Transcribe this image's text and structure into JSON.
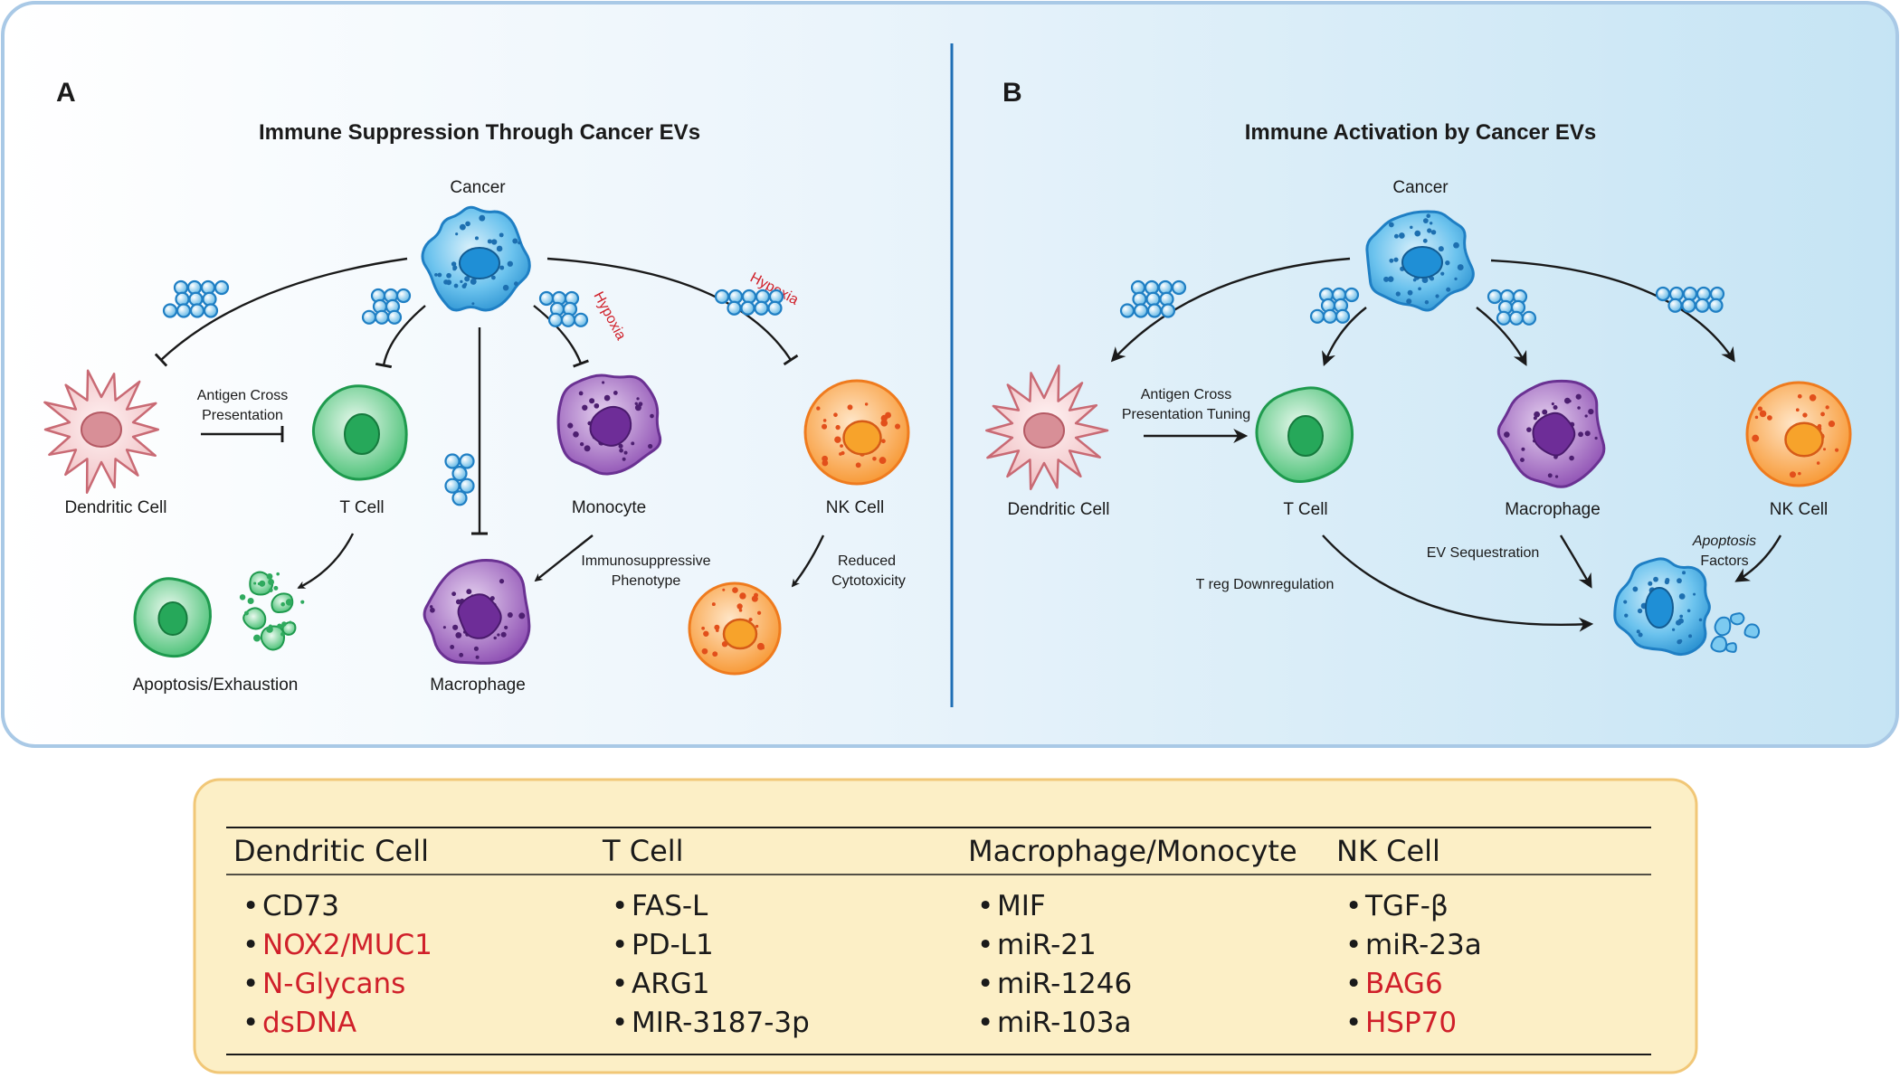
{
  "panel_a": {
    "letter": "A",
    "title": "Immune Suppression Through Cancer EVs",
    "cancer": "Cancer",
    "dendritic": "Dendritic Cell",
    "tcell": "T Cell",
    "monocyte": "Monocyte",
    "nk": "NK Cell",
    "macrophage": "Macrophage",
    "apoptosis": "Apoptosis/Exhaustion",
    "antigen_line1": "Antigen Cross",
    "antigen_line2": "Presentation",
    "hypoxia1": "Hypoxia",
    "hypoxia2": "Hypoxia",
    "immuno_line1": "Immunosuppressive",
    "immuno_line2": "Phenotype",
    "reduced_line1": "Reduced",
    "reduced_line2": "Cytotoxicity"
  },
  "panel_b": {
    "letter": "B",
    "title": "Immune Activation by Cancer EVs",
    "cancer": "Cancer",
    "dendritic": "Dendritic Cell",
    "tcell": "T Cell",
    "macrophage": "Macrophage",
    "nk": "NK Cell",
    "antigen_line1": "Antigen Cross",
    "antigen_line2": "Presentation Tuning",
    "treg": "T reg Downregulation",
    "ev_seq": "EV Sequestration",
    "apop_line1": "Apoptosis",
    "apop_line2": "Factors"
  },
  "table": {
    "headers": [
      "Dendritic Cell",
      "T Cell",
      "Macrophage/Monocyte",
      "NK Cell"
    ],
    "columns": [
      [
        {
          "text": "CD73",
          "red": false
        },
        {
          "text": "NOX2/MUC1",
          "red": true
        },
        {
          "text": "N-Glycans",
          "red": true
        },
        {
          "text": "dsDNA",
          "red": true
        }
      ],
      [
        {
          "text": "FAS-L",
          "red": false
        },
        {
          "text": "PD-L1",
          "red": false
        },
        {
          "text": "ARG1",
          "red": false
        },
        {
          "text": "MIR-3187-3p",
          "red": false
        }
      ],
      [
        {
          "text": "MIF",
          "red": false
        },
        {
          "text": "miR-21",
          "red": false
        },
        {
          "text": "miR-1246",
          "red": false
        },
        {
          "text": "miR-103a",
          "red": false
        }
      ],
      [
        {
          "text": "TGF-β",
          "red": false
        },
        {
          "text": "miR-23a",
          "red": false
        },
        {
          "text": "BAG6",
          "red": true
        },
        {
          "text": "HSP70",
          "red": true
        }
      ]
    ]
  },
  "colors": {
    "text": "#1a1a1a",
    "red": "#d0202a",
    "divider": "#1f6fb5",
    "frame": "#a9c9e6",
    "table_bg": "#fcefc6",
    "table_border": "#f1c777"
  }
}
